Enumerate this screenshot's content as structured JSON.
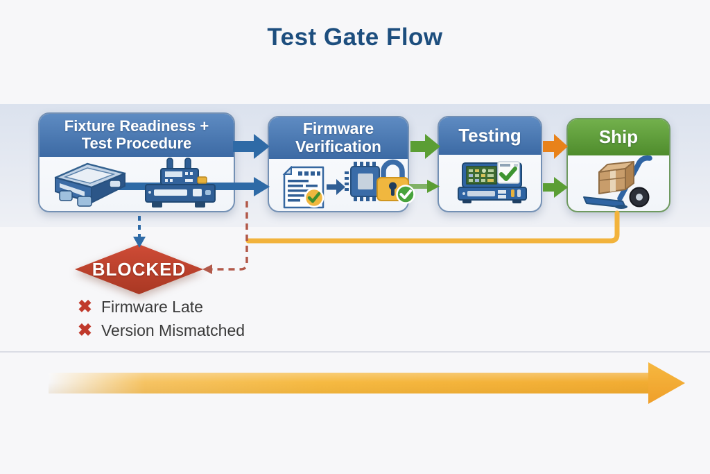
{
  "title": "Test Gate Flow",
  "colors": {
    "title_text": "#1d4e7e",
    "stage_header_blue": "#4b7db5",
    "stage_header_green": "#64a446",
    "arrow_blue": "#2e6aa6",
    "arrow_green": "#5b9e34",
    "arrow_orange": "#e8821a",
    "rework_loop_yellow": "#f2b33c",
    "blocked_red": "#c0392b",
    "blocked_dashed_red": "#b2594a",
    "bottom_arrow_gold": "#f5b53c"
  },
  "stages": [
    {
      "id": "fixture-readiness",
      "label_line1": "Fixture Readiness +",
      "label_line2": "Test Procedure",
      "header_color": "blue",
      "icons": [
        "test-fixture-icon",
        "test-instrument-icon"
      ]
    },
    {
      "id": "firmware-verification",
      "label_line1": "Firmware",
      "label_line2": "Verification",
      "header_color": "blue",
      "icons": [
        "document-check-icon",
        "chip-icon",
        "lock-check-icon"
      ]
    },
    {
      "id": "testing",
      "label_line1": "Testing",
      "header_color": "blue",
      "icons": [
        "test-station-icon"
      ]
    },
    {
      "id": "ship",
      "label_line1": "Ship",
      "header_color": "green",
      "icons": [
        "hand-truck-icon"
      ]
    }
  ],
  "blocked": {
    "label": "BLOCKED",
    "x_glyph": "✖",
    "reasons": [
      "Firmware Late",
      "Version Mismatched"
    ]
  }
}
